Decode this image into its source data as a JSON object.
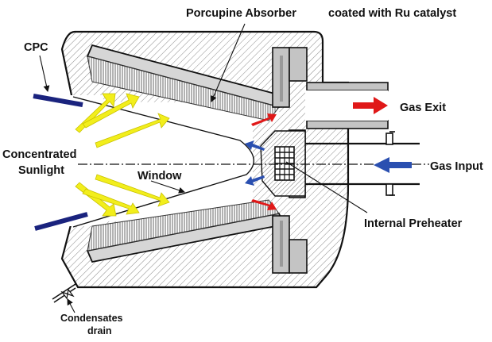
{
  "labels": {
    "porcupine_absorber": "Porcupine Absorber",
    "ru_catalyst": "coated with Ru catalyst",
    "cpc": "CPC",
    "gas_exit": "Gas Exit",
    "concentrated_line1": "Concentrated",
    "concentrated_line2": "Sunlight",
    "gas_input": "Gas Input",
    "window": "Window",
    "internal_preheater": "Internal Preheater",
    "condensates_line1": "Condensates",
    "condensates_line2": "drain"
  },
  "colors": {
    "sunlight_arrow": "#f2ee1c",
    "sunlight_arrow_outline": "#c9c200",
    "cpc_reflector": "#1a237e",
    "gas_exit_arrow": "#e01818",
    "gas_input_arrow": "#2a4fb0",
    "hatch": "#8a8a8a",
    "steel_gray": "#c4c4c4",
    "outline": "#111111"
  }
}
